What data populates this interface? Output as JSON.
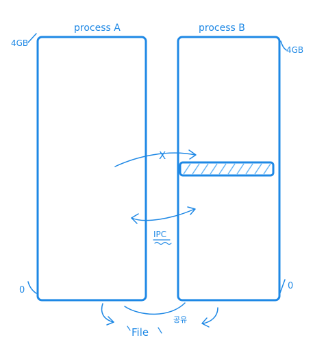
{
  "labels": {
    "process_a": "process A",
    "process_b": "process B",
    "a_top": "4GB",
    "b_top": "4GB",
    "a_bottom": "0",
    "b_bottom": "0",
    "blocked_mark": "X",
    "ipc": "IPC",
    "file": "File",
    "share": "공유"
  },
  "colors": {
    "ink": "#1e88e5",
    "hatch": "#64b5f6",
    "background": "#ffffff"
  }
}
